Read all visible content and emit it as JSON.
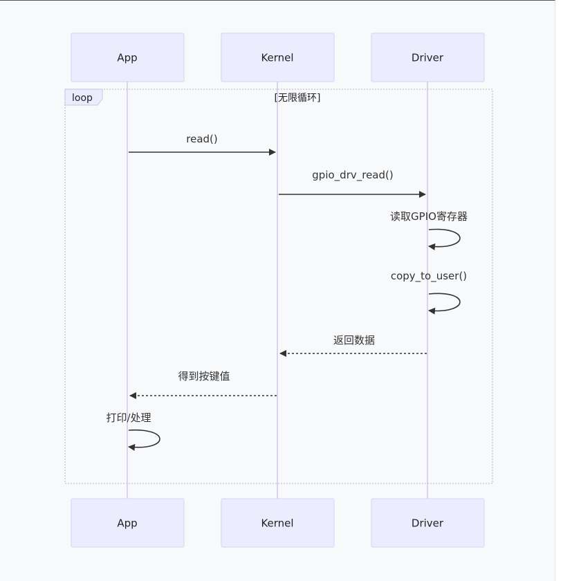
{
  "participants": [
    "App",
    "Kernel",
    "Driver"
  ],
  "loop": {
    "label": "loop",
    "condition": "[无限循环]"
  },
  "messages": [
    {
      "from": "App",
      "to": "Kernel",
      "text": "read()",
      "style": "solid"
    },
    {
      "from": "Kernel",
      "to": "Driver",
      "text": "gpio_drv_read()",
      "style": "solid"
    },
    {
      "from": "Driver",
      "to": "Driver",
      "text": "读取GPIO寄存器",
      "style": "self"
    },
    {
      "from": "Driver",
      "to": "Driver",
      "text": "copy_to_user()",
      "style": "self"
    },
    {
      "from": "Driver",
      "to": "Kernel",
      "text": "返回数据",
      "style": "dashed"
    },
    {
      "from": "Kernel",
      "to": "App",
      "text": "得到按键值",
      "style": "dashed"
    },
    {
      "from": "App",
      "to": "App",
      "text": "打印/处理",
      "style": "self"
    }
  ],
  "colors": {
    "actor_fill": "#ececff",
    "actor_border": "#d6d3f2",
    "lifeline": "#d9d3f0",
    "arrow": "#333333",
    "background": "#f8f9fb"
  }
}
